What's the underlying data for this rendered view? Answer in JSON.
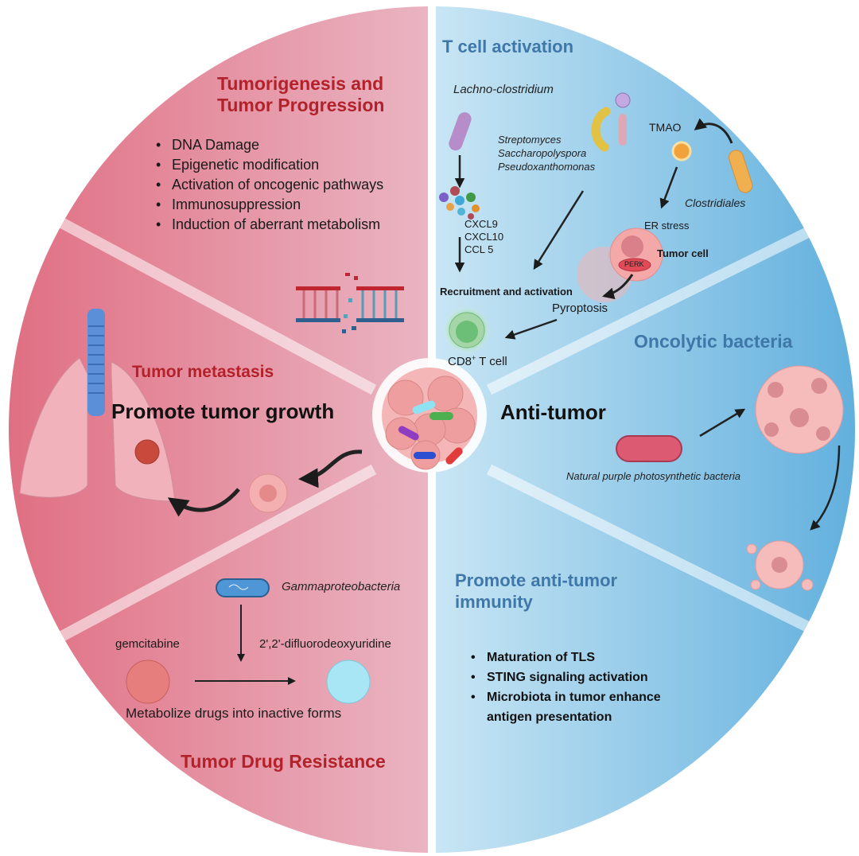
{
  "colors": {
    "left_half_edge": "#e07a8a",
    "left_half_center": "#f1e8ee",
    "right_half_center": "#eaf4fa",
    "right_half_edge": "#6fb7df",
    "section_red": "#b3222a",
    "section_blue": "#3f78a8"
  },
  "center": {
    "left_label": "Promote tumor growth",
    "right_label": "Anti-tumor",
    "tumor_icon": "tumor-cluster-with-bacteria-icon"
  },
  "tumorigenesis": {
    "title_line1": "Tumorigenesis and",
    "title_line2": "Tumor Progression",
    "items": [
      "DNA Damage",
      "Epigenetic modification",
      "Activation of oncogenic pathways",
      "Immunosuppression",
      "Induction of aberrant metabolism"
    ],
    "icon": "broken-dna-icon"
  },
  "metastasis": {
    "title": "Tumor metastasis",
    "icons": [
      "lungs-icon",
      "tumor-cell-icon"
    ]
  },
  "drug_resistance": {
    "title": "Tumor Drug Resistance",
    "bacterium": "Gammaproteobacteria",
    "drug_in": "gemcitabine",
    "drug_out": "2',2'-difluorodeoxyuridine",
    "caption": "Metabolize drugs into inactive forms"
  },
  "t_cell_activation": {
    "title": "T cell activation",
    "bacterium1": "Lachno-clostridium",
    "chemokines": [
      "CXCL9",
      "CXCL10",
      "CCL 5"
    ],
    "bacteria_group": [
      "Streptomyces",
      "Saccharopolyspora",
      "Pseudoxanthomonas"
    ],
    "tmao": "TMAO",
    "clostridiales": "Clostridiales",
    "er_stress": "ER stress",
    "tumor_cell": "Tumor cell",
    "perk": "PERK",
    "recruitment": "Recruitment and activation",
    "pyroptosis": "Pyroptosis",
    "cd8_prefix": "CD8",
    "cd8_sup": "+",
    "cd8_suffix": " T cell"
  },
  "oncolytic": {
    "title": "Oncolytic bacteria",
    "bacterium": "Natural purple photosynthetic bacteria"
  },
  "immunity": {
    "title_line1": "Promote anti-tumor",
    "title_line2": "immunity",
    "items": [
      "Maturation of TLS",
      "STING signaling activation",
      "Microbiota in tumor enhance",
      "antigen presentation"
    ]
  }
}
